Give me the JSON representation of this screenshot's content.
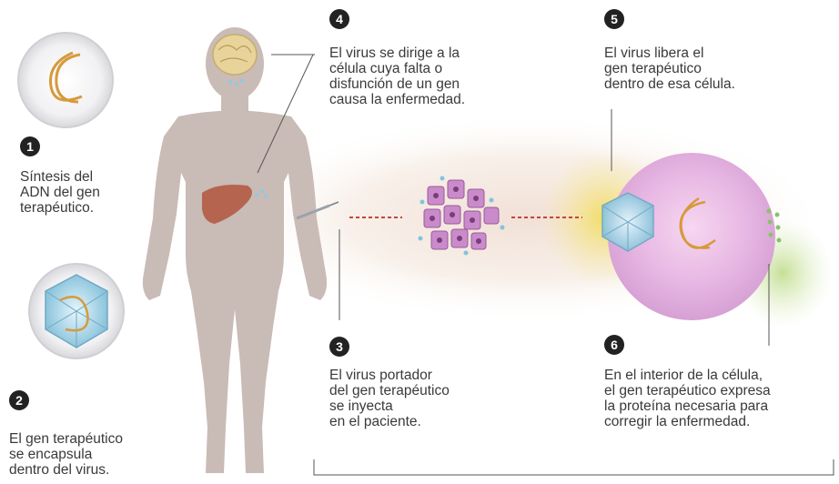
{
  "steps": [
    {
      "num": "1",
      "text": "Síntesis del\nADN del gen\nterapéutico."
    },
    {
      "num": "2",
      "text": "El gen terapéutico\nse encapsula\ndentro del virus."
    },
    {
      "num": "3",
      "text": "El virus portador\ndel gen terapéutico\nse inyecta\nen el paciente."
    },
    {
      "num": "4",
      "text": "El virus se dirige a la\ncélula cuya falta o\ndisfunción de un gen\ncausa la enfermedad."
    },
    {
      "num": "5",
      "text": "El virus libera el\ngen terapéutico\ndentro de esa célula."
    },
    {
      "num": "6",
      "text": "En el interior de la célula,\nel gen terapéutico expresa\nla proteína necesaria para\ncorregir la enfermedad."
    }
  ],
  "colors": {
    "silhouette": "#c9bbb6",
    "badge": "#222222",
    "cell_purple": "#d9a6d9",
    "cell_glow": "#f3e27a",
    "virus_blue": "#9fd0e6",
    "dna_orange": "#d69a3c",
    "liver": "#b5654f",
    "dashed_red": "#c8433a"
  }
}
